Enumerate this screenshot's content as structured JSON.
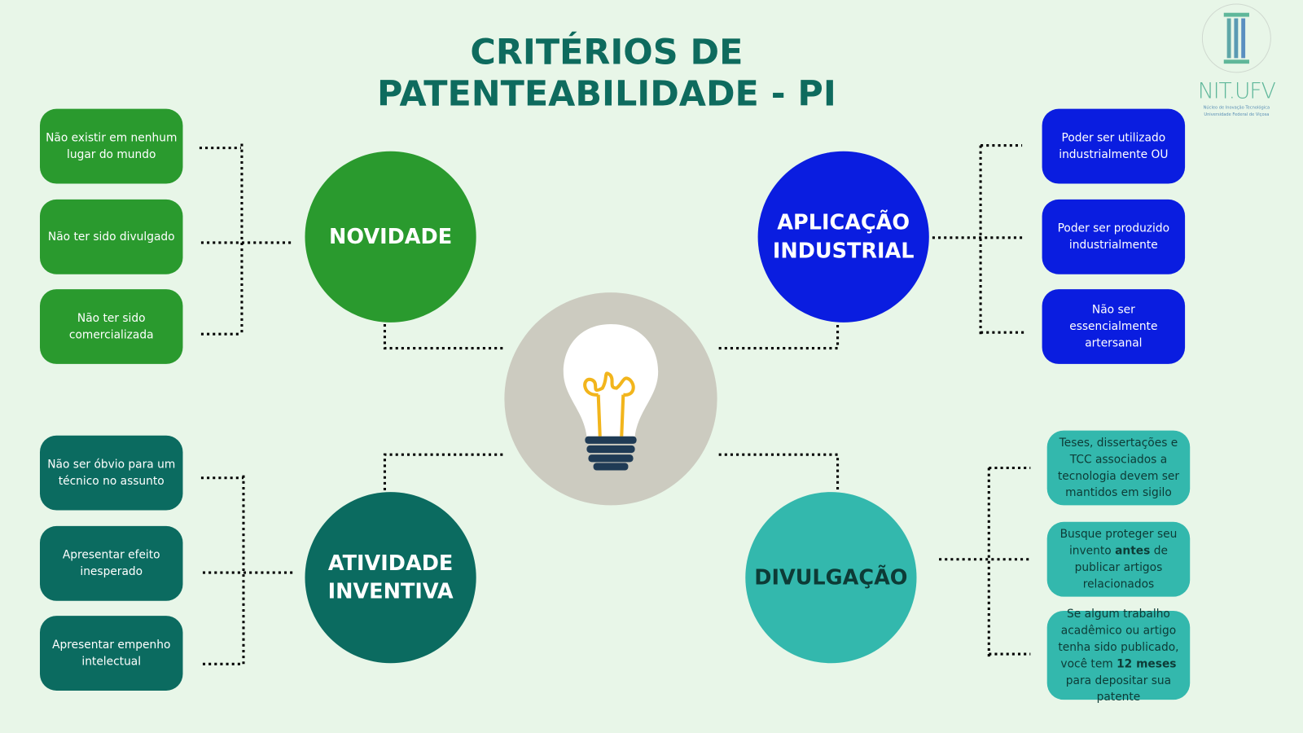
{
  "title": {
    "line1": "CRITÉRIOS DE",
    "line2": "PATENTEABILIDADE - PI"
  },
  "logo": {
    "name": "NIT.UFV",
    "subtitle1": "Núcleo de Inovação Tecnológica",
    "subtitle2": "Universidade Federal de Viçosa"
  },
  "center": {
    "icon": "lightbulb-icon"
  },
  "novidade": {
    "label": "NOVIDADE",
    "items": [
      "Não existir em nenhum lugar do mundo",
      "Não ter sido divulgado",
      "Não ter sido comercializada"
    ]
  },
  "aplicacao": {
    "line1": "APLICAÇÃO",
    "line2": "INDUSTRIAL",
    "items": [
      "Poder ser utilizado industrialmente OU",
      "Poder ser produzido industrialmente",
      "Não ser essencialmente artersanal"
    ]
  },
  "atividade": {
    "line1": "ATIVIDADE",
    "line2": "INVENTIVA",
    "items": [
      "Não ser óbvio para um técnico no assunto",
      "Apresentar efeito inesperado",
      "Apresentar empenho intelectual"
    ]
  },
  "divulgacao": {
    "label": "DIVULGAÇÃO",
    "item1": "Teses, dissertações e TCC associados a tecnologia devem ser mantidos em sigilo",
    "item2": {
      "a": "Busque proteger seu invento ",
      "b": "antes",
      "c": " de publicar artigos relacionados"
    },
    "item3": {
      "a": "Se algum trabalho acadêmico ou artigo tenha sido publicado, você tem ",
      "b": "12 meses",
      "c": " para depositar sua patente"
    }
  },
  "colors": {
    "background": "#e8f6e8",
    "green": "#2a9a2e",
    "blue": "#0a1de0",
    "dark_teal": "#0b6b60",
    "teal": "#33b8ad",
    "title": "#0e6b5e"
  }
}
